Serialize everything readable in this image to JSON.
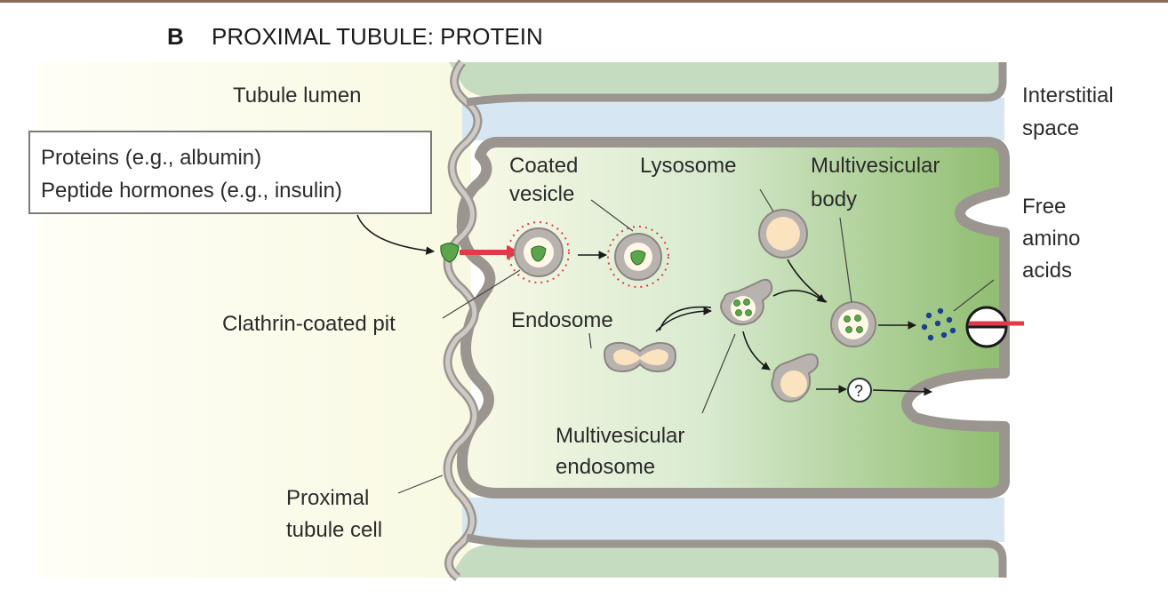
{
  "title": {
    "letter": "B",
    "text": "PROXIMAL TUBULE: PROTEIN"
  },
  "regions": {
    "lumen": "Tubule lumen",
    "interstitial_line1": "Interstitial",
    "interstitial_line2": "space"
  },
  "box": {
    "line1": "Proteins (e.g., albumin)",
    "line2": "Peptide hormones (e.g., insulin)"
  },
  "labels": {
    "coated_1": "Coated",
    "coated_2": "vesicle",
    "lysosome": "Lysosome",
    "mvb_1": "Multivesicular",
    "mvb_2": "body",
    "free_1": "Free",
    "free_2": "amino",
    "free_3": "acids",
    "clathrin": "Clathrin-coated pit",
    "endosome": "Endosome",
    "mve_1": "Multivesicular",
    "mve_2": "endosome",
    "cell_1": "Proximal",
    "cell_2": "tubule cell",
    "question": "?"
  },
  "colors": {
    "membrane_fill": "#b8b3ae",
    "membrane_edge": "#7d7873",
    "cell_green": "#8fbf72",
    "cell_pale": "#f7f9e4",
    "interstitial_blue": "#d6e6f2",
    "protein_green": "#5ba54a",
    "transporter_red": "#e23a4a",
    "vesicle_fill": "#fbe3bf",
    "amino_blue": "#1d3f8f"
  }
}
